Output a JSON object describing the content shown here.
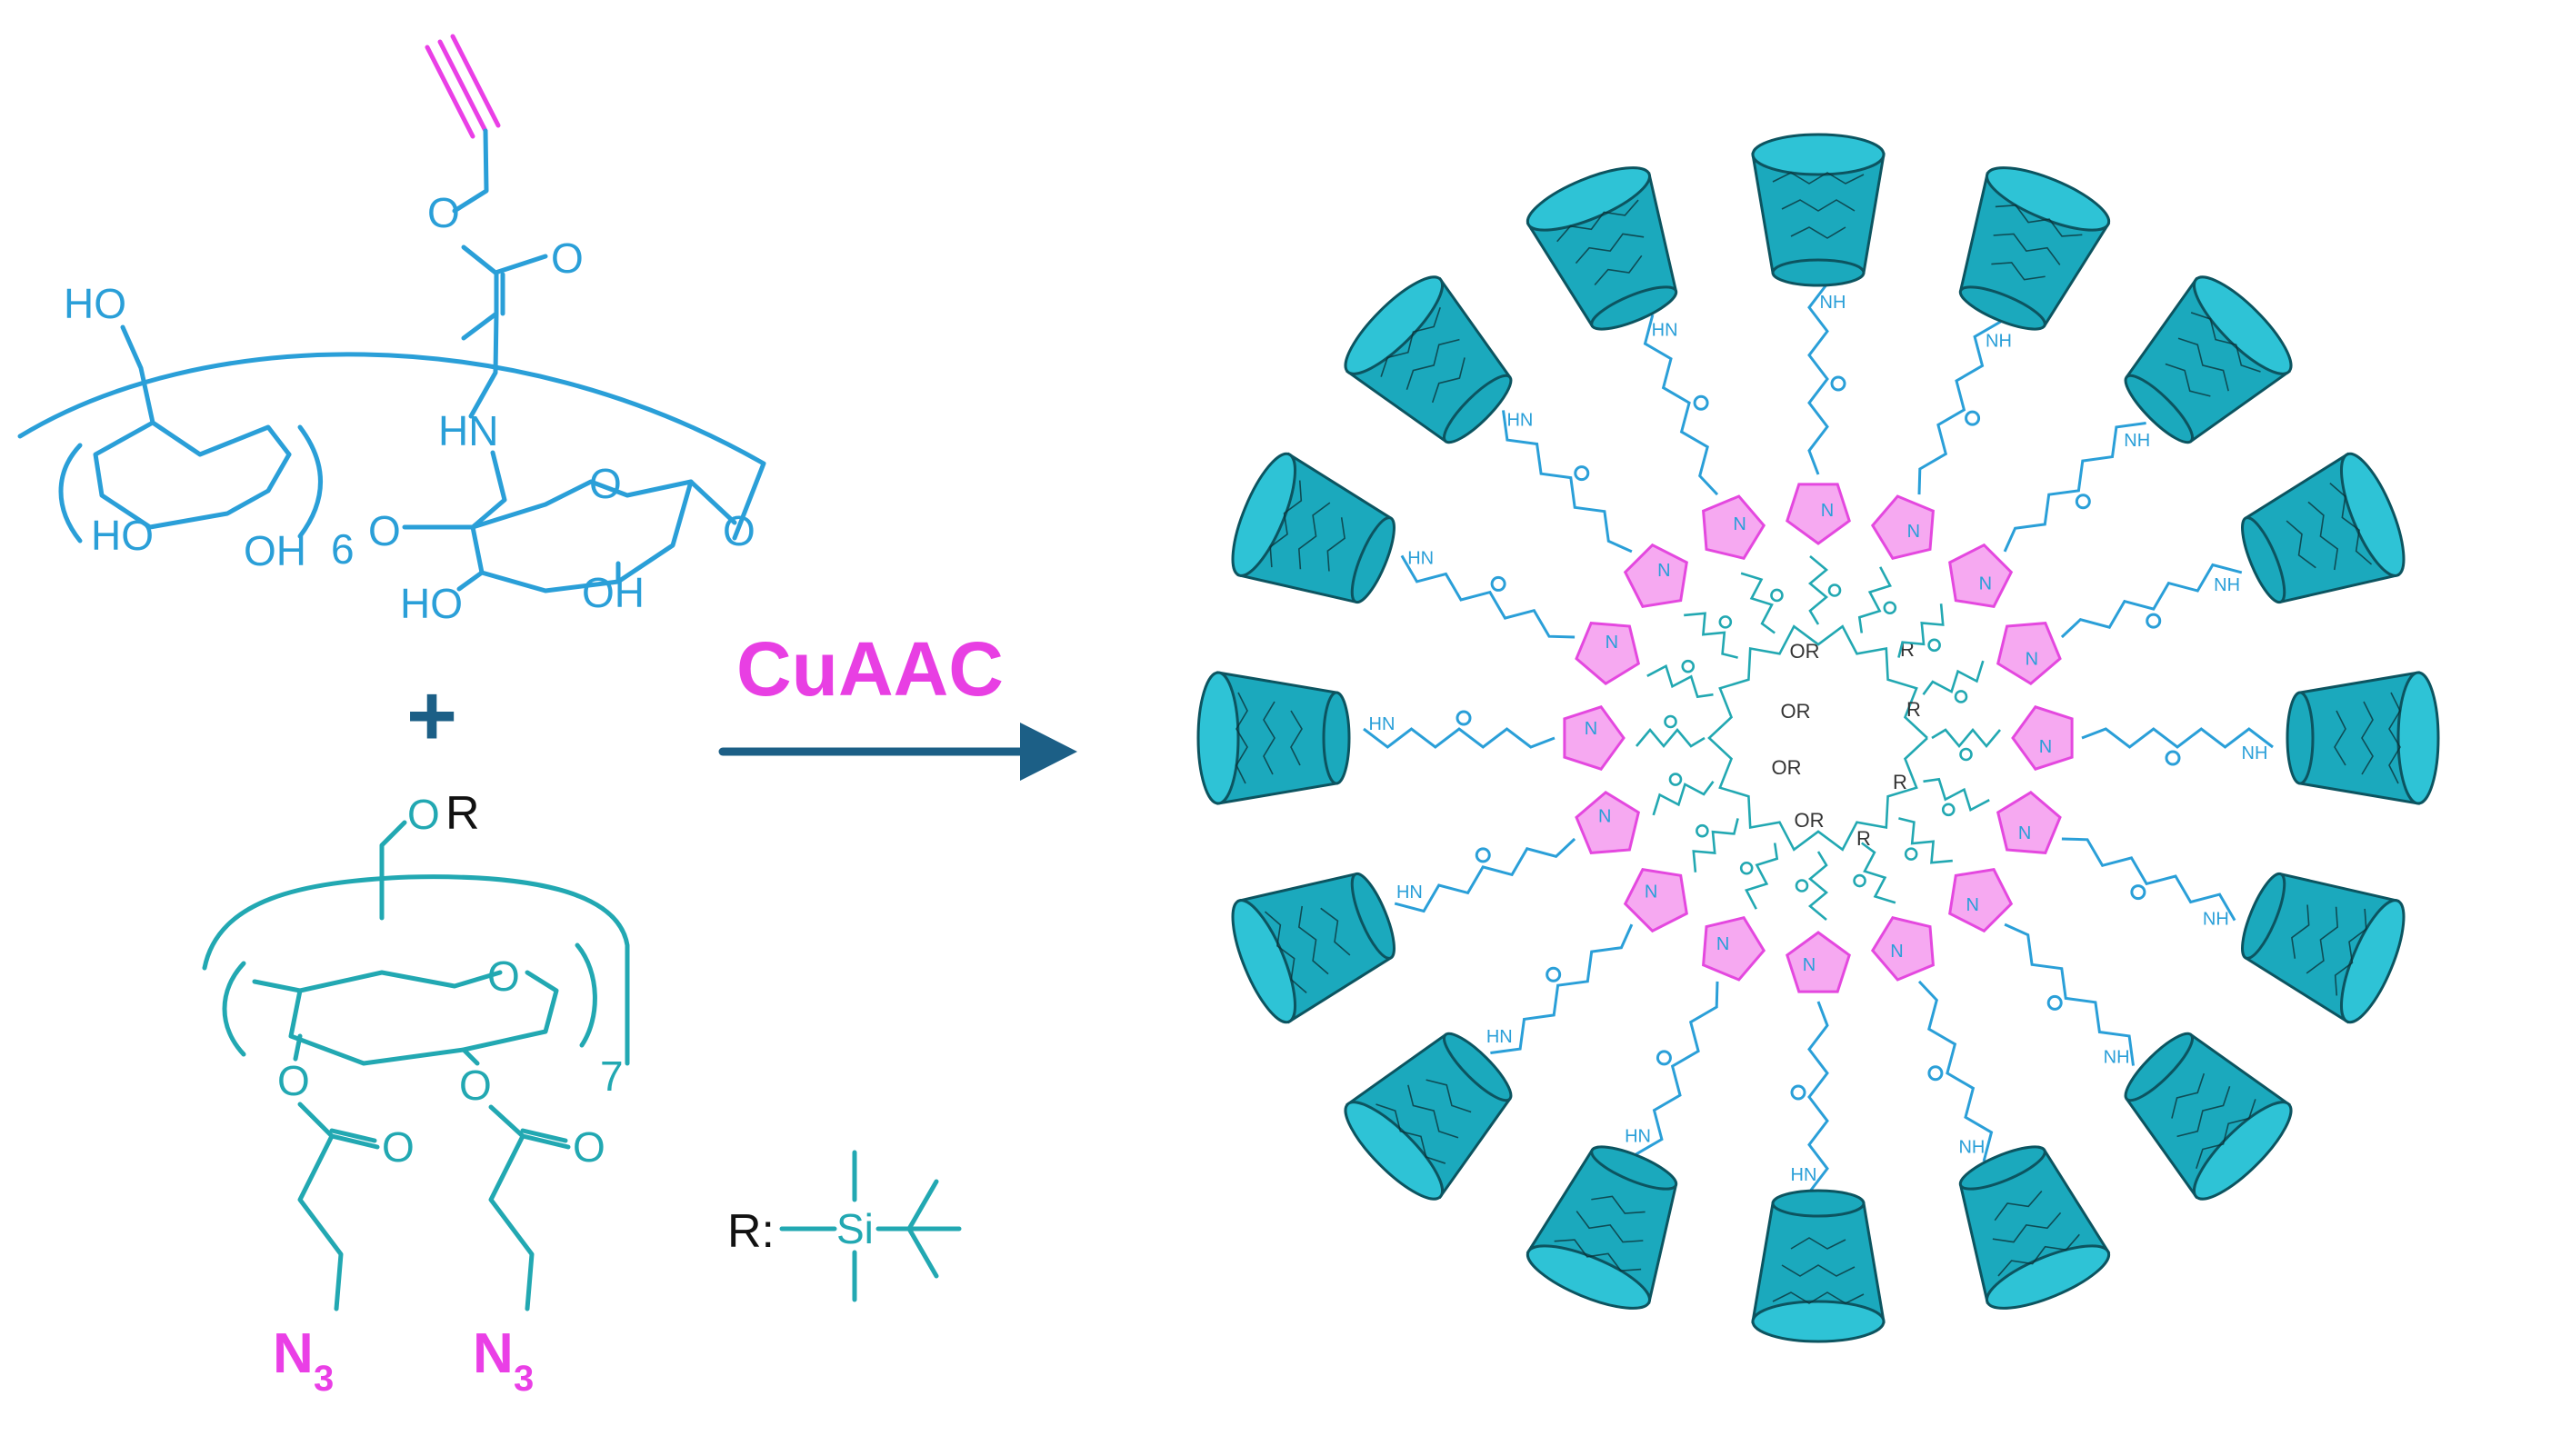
{
  "labels": {
    "reaction": "CuAAC",
    "plus": "+",
    "top_ho1": "HO",
    "top_ho2": "HO",
    "top_oh": "OH",
    "top_repeat": "6",
    "top_o_link": "O",
    "top_hn": "HN",
    "top_ring_o": "O",
    "top_end_o": "O",
    "top_ho3": "HO",
    "top_oh2": "OH",
    "top_ester_o": "O",
    "top_carbonyl_o": "O",
    "bot_or_o": "O",
    "bot_or_r": "R",
    "bot_ring_o": "O",
    "bot_repeat": "7",
    "bot_ester1_o": "O",
    "bot_ester1_co": "O",
    "bot_ester2_o": "O",
    "bot_ester2_co": "O",
    "bot_n3_left": "N",
    "bot_n3_left_sub": "3",
    "bot_n3_right": "N",
    "bot_n3_right_sub": "3",
    "r_def": "R:",
    "r_si": "Si",
    "nh": "NH",
    "hn": "HN",
    "n_triazole": "N",
    "core_or": "OR",
    "core_r": "R"
  },
  "colors": {
    "blue": "#2a9fd8",
    "teal": "#22a8b2",
    "magenta": "#ea3fe6",
    "arrow": "#1c5f86",
    "cup": "#1ba9bd"
  },
  "product": {
    "arm_count": 16
  }
}
